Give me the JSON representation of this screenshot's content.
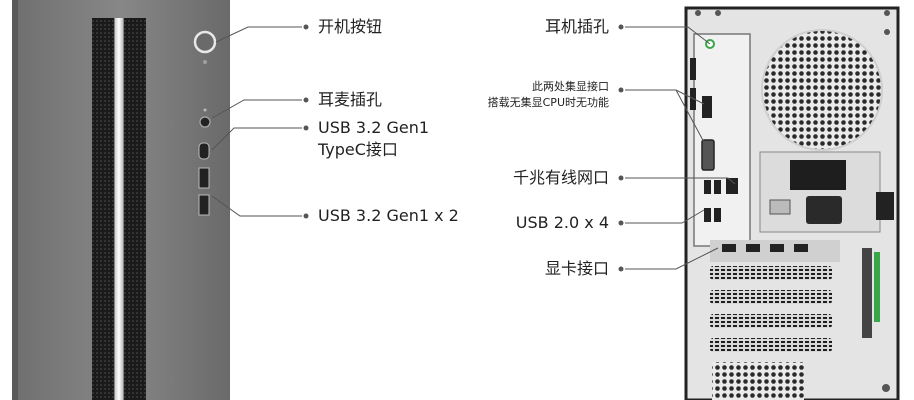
{
  "front_labels": {
    "power_button": "开机按钮",
    "headset_jack": "耳麦插孔",
    "usb_typec_line1": "USB 3.2 Gen1",
    "usb_typec_line2": "TypeC接口",
    "usb_gen1_x2": "USB 3.2 Gen1 x 2"
  },
  "rear_labels": {
    "headphone_jack": "耳机插孔",
    "igpu_note_line1": "此两处集显接口",
    "igpu_note_line2": "搭载无集显CPU时无功能",
    "gigabit_lan": "千兆有线网口",
    "usb2_x4": "USB 2.0 x 4",
    "gpu_ports": "显卡接口"
  },
  "colors": {
    "front_panel": "#7d7d7d",
    "vent_dark": "#1c1c1c",
    "rear_panel": "#e2e2e2",
    "accent_green": "#3aa64a",
    "leader_line": "#555555"
  }
}
